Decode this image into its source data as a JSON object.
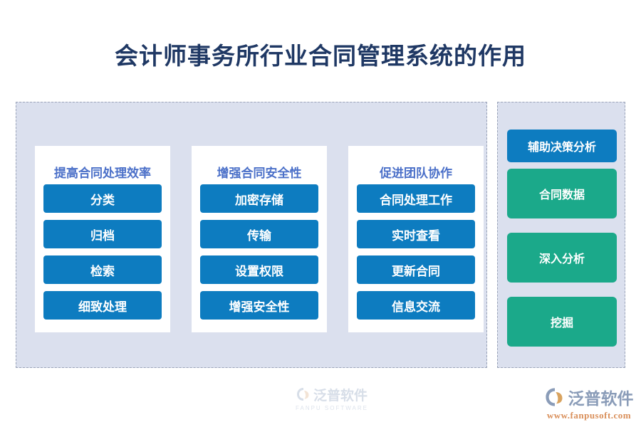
{
  "title": "会计师事务所行业合同管理系统的作用",
  "colors": {
    "title": "#1f3864",
    "panel_bg": "#dbe0ee",
    "panel_border": "#9aa3b8",
    "card_bg": "#ffffff",
    "column_header": "#4a6fc8",
    "blue_button": "#0d7cc0",
    "green_button": "#1ba98a",
    "brand_name": "#8a9cb8",
    "brand_url": "#d98f5a"
  },
  "left_panel": {
    "columns": [
      {
        "header": "提高合同处理效率",
        "items": [
          "分类",
          "归档",
          "检索",
          "细致处理"
        ]
      },
      {
        "header": "增强合同安全性",
        "items": [
          "加密存储",
          "传输",
          "设置权限",
          "增强安全性"
        ]
      },
      {
        "header": "促进团队协作",
        "items": [
          "合同处理工作",
          "实时查看",
          "更新合同",
          "信息交流"
        ]
      }
    ]
  },
  "right_panel": {
    "header": "辅助决策分析",
    "items": [
      "合同数据",
      "深入分析",
      "挖掘"
    ]
  },
  "watermark": {
    "name": "泛普软件",
    "sub": "FANPU SOFTWARE"
  },
  "brand": {
    "name": "泛普软件",
    "url": "www.fanpusoft.com"
  }
}
